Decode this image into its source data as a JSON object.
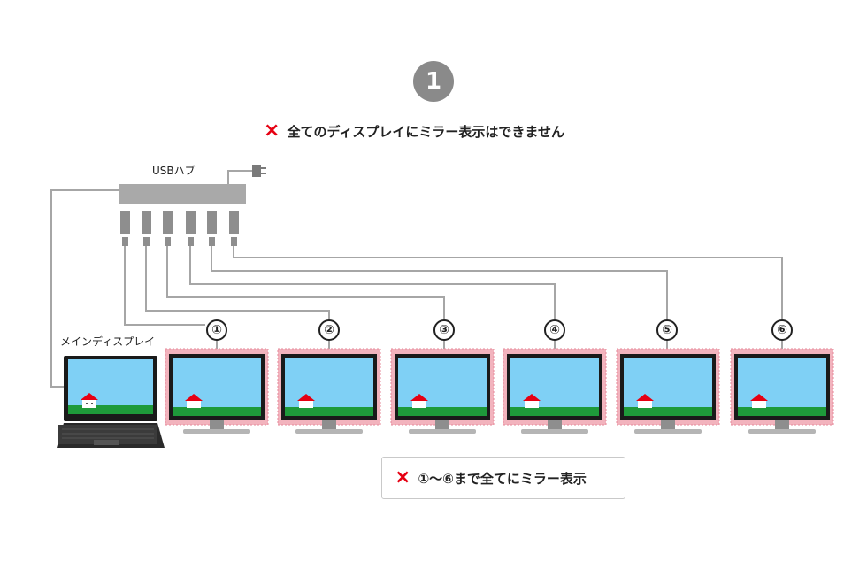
{
  "step_number": "1",
  "headline": "全てのディスプレイにミラー表示はできません",
  "hub_label": "USBハブ",
  "main_display_label": "メインディスプレイ",
  "displays": [
    {
      "number": "①"
    },
    {
      "number": "②"
    },
    {
      "number": "③"
    },
    {
      "number": "④"
    },
    {
      "number": "⑤"
    },
    {
      "number": "⑥"
    }
  ],
  "note_text": "①～⑥まで全てにミラー表示",
  "icons": {
    "cross": "×"
  },
  "colors": {
    "cross": "#e60012",
    "cable": "#a6a6a6",
    "highlight": "#f2b3bd",
    "screen": "#7fd0f5",
    "grass": "#1e9a3a"
  }
}
